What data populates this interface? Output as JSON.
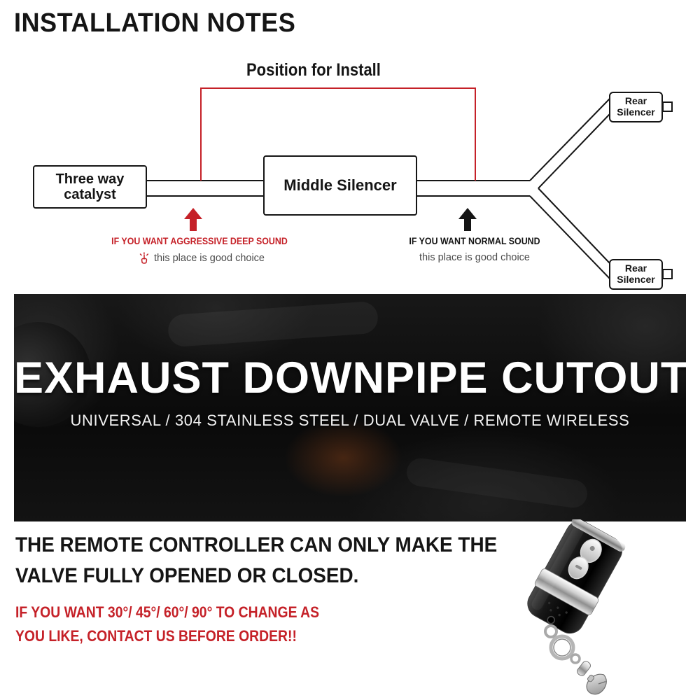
{
  "header": {
    "title": "INSTALLATION NOTES"
  },
  "diagram": {
    "position_label": "Position for Install",
    "catalyst": {
      "line1": "Three way",
      "line2": "catalyst"
    },
    "middle_silencer": "Middle Silencer",
    "rear_silencer_top": {
      "line1": "Rear",
      "line2": "Silencer"
    },
    "rear_silencer_bottom": {
      "line1": "Rear",
      "line2": "Silencer"
    },
    "aggressive_note": {
      "title": "IF YOU WANT AGGRESSIVE DEEP SOUND",
      "subtitle": "this place is good choice"
    },
    "normal_note": {
      "title": "IF YOU WANT NORMAL SOUND",
      "subtitle": "this place is good choice"
    }
  },
  "banner": {
    "title": "EXHAUST DOWNPIPE CUTOUT",
    "subtitle": "UNIVERSAL /  304 STAINLESS STEEL /  DUAL VALVE /  REMOTE WIRELESS"
  },
  "footer": {
    "statement_line1": "THE REMOTE CONTROLLER CAN ONLY MAKE THE",
    "statement_line2": "VALVE FULLY OPENED OR CLOSED.",
    "warning_line1": "IF YOU WANT 30°/ 45°/ 60°/ 90° TO CHANGE AS",
    "warning_line2": "YOU LIKE, CONTACT US BEFORE ORDER!!"
  },
  "icons": {
    "good_choice_hand": "hand-flick-icon",
    "aggressive_position_arrow": "up-arrow-red",
    "normal_position_arrow": "up-arrow-black"
  },
  "colors": {
    "accent_red": "#c52128",
    "text_black": "#151515"
  }
}
